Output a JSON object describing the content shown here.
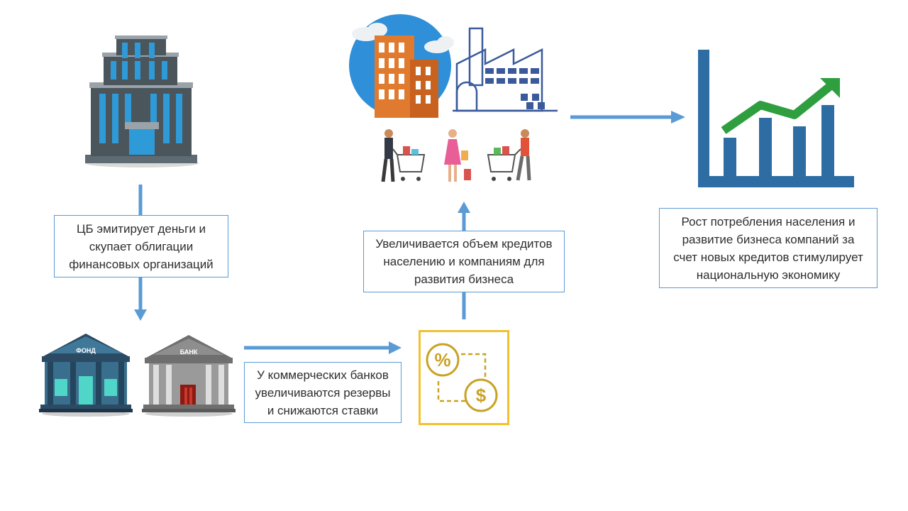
{
  "boxes": {
    "cb_emits": [
      "ЦБ эмитирует деньги и",
      "скупает облигации",
      "финансовых организаций"
    ],
    "banks_reserves": [
      "У коммерческих банков",
      "увеличиваются резервы",
      "и снижаются ставки"
    ],
    "credit_volume": [
      "Увеличивается объем кредитов",
      "населению и компаниям для",
      "развития бизнеса"
    ],
    "growth": [
      "Рост потребления населения и",
      "развитие бизнеса компаний за",
      "счет новых кредитов стимулирует",
      "национальную экономику"
    ]
  },
  "building_labels": {
    "fund": "ФОНД",
    "bank": "БАНК"
  },
  "icons": {
    "central_bank": "skyscraper-icon",
    "fund": "fund-building-icon",
    "bank": "bank-building-icon",
    "percent_dollar": "percent-dollar-exchange-icon",
    "city_factory": "city-factory-icon",
    "shoppers": "shoppers-icon",
    "growth_chart": "growth-chart-icon"
  },
  "colors": {
    "arrow": "#5b9bd5",
    "box_border": "#5b9bd5",
    "accent_yellow": "#f2c12e",
    "chart_blue": "#2e6da4",
    "chart_green": "#2e9e3f"
  }
}
